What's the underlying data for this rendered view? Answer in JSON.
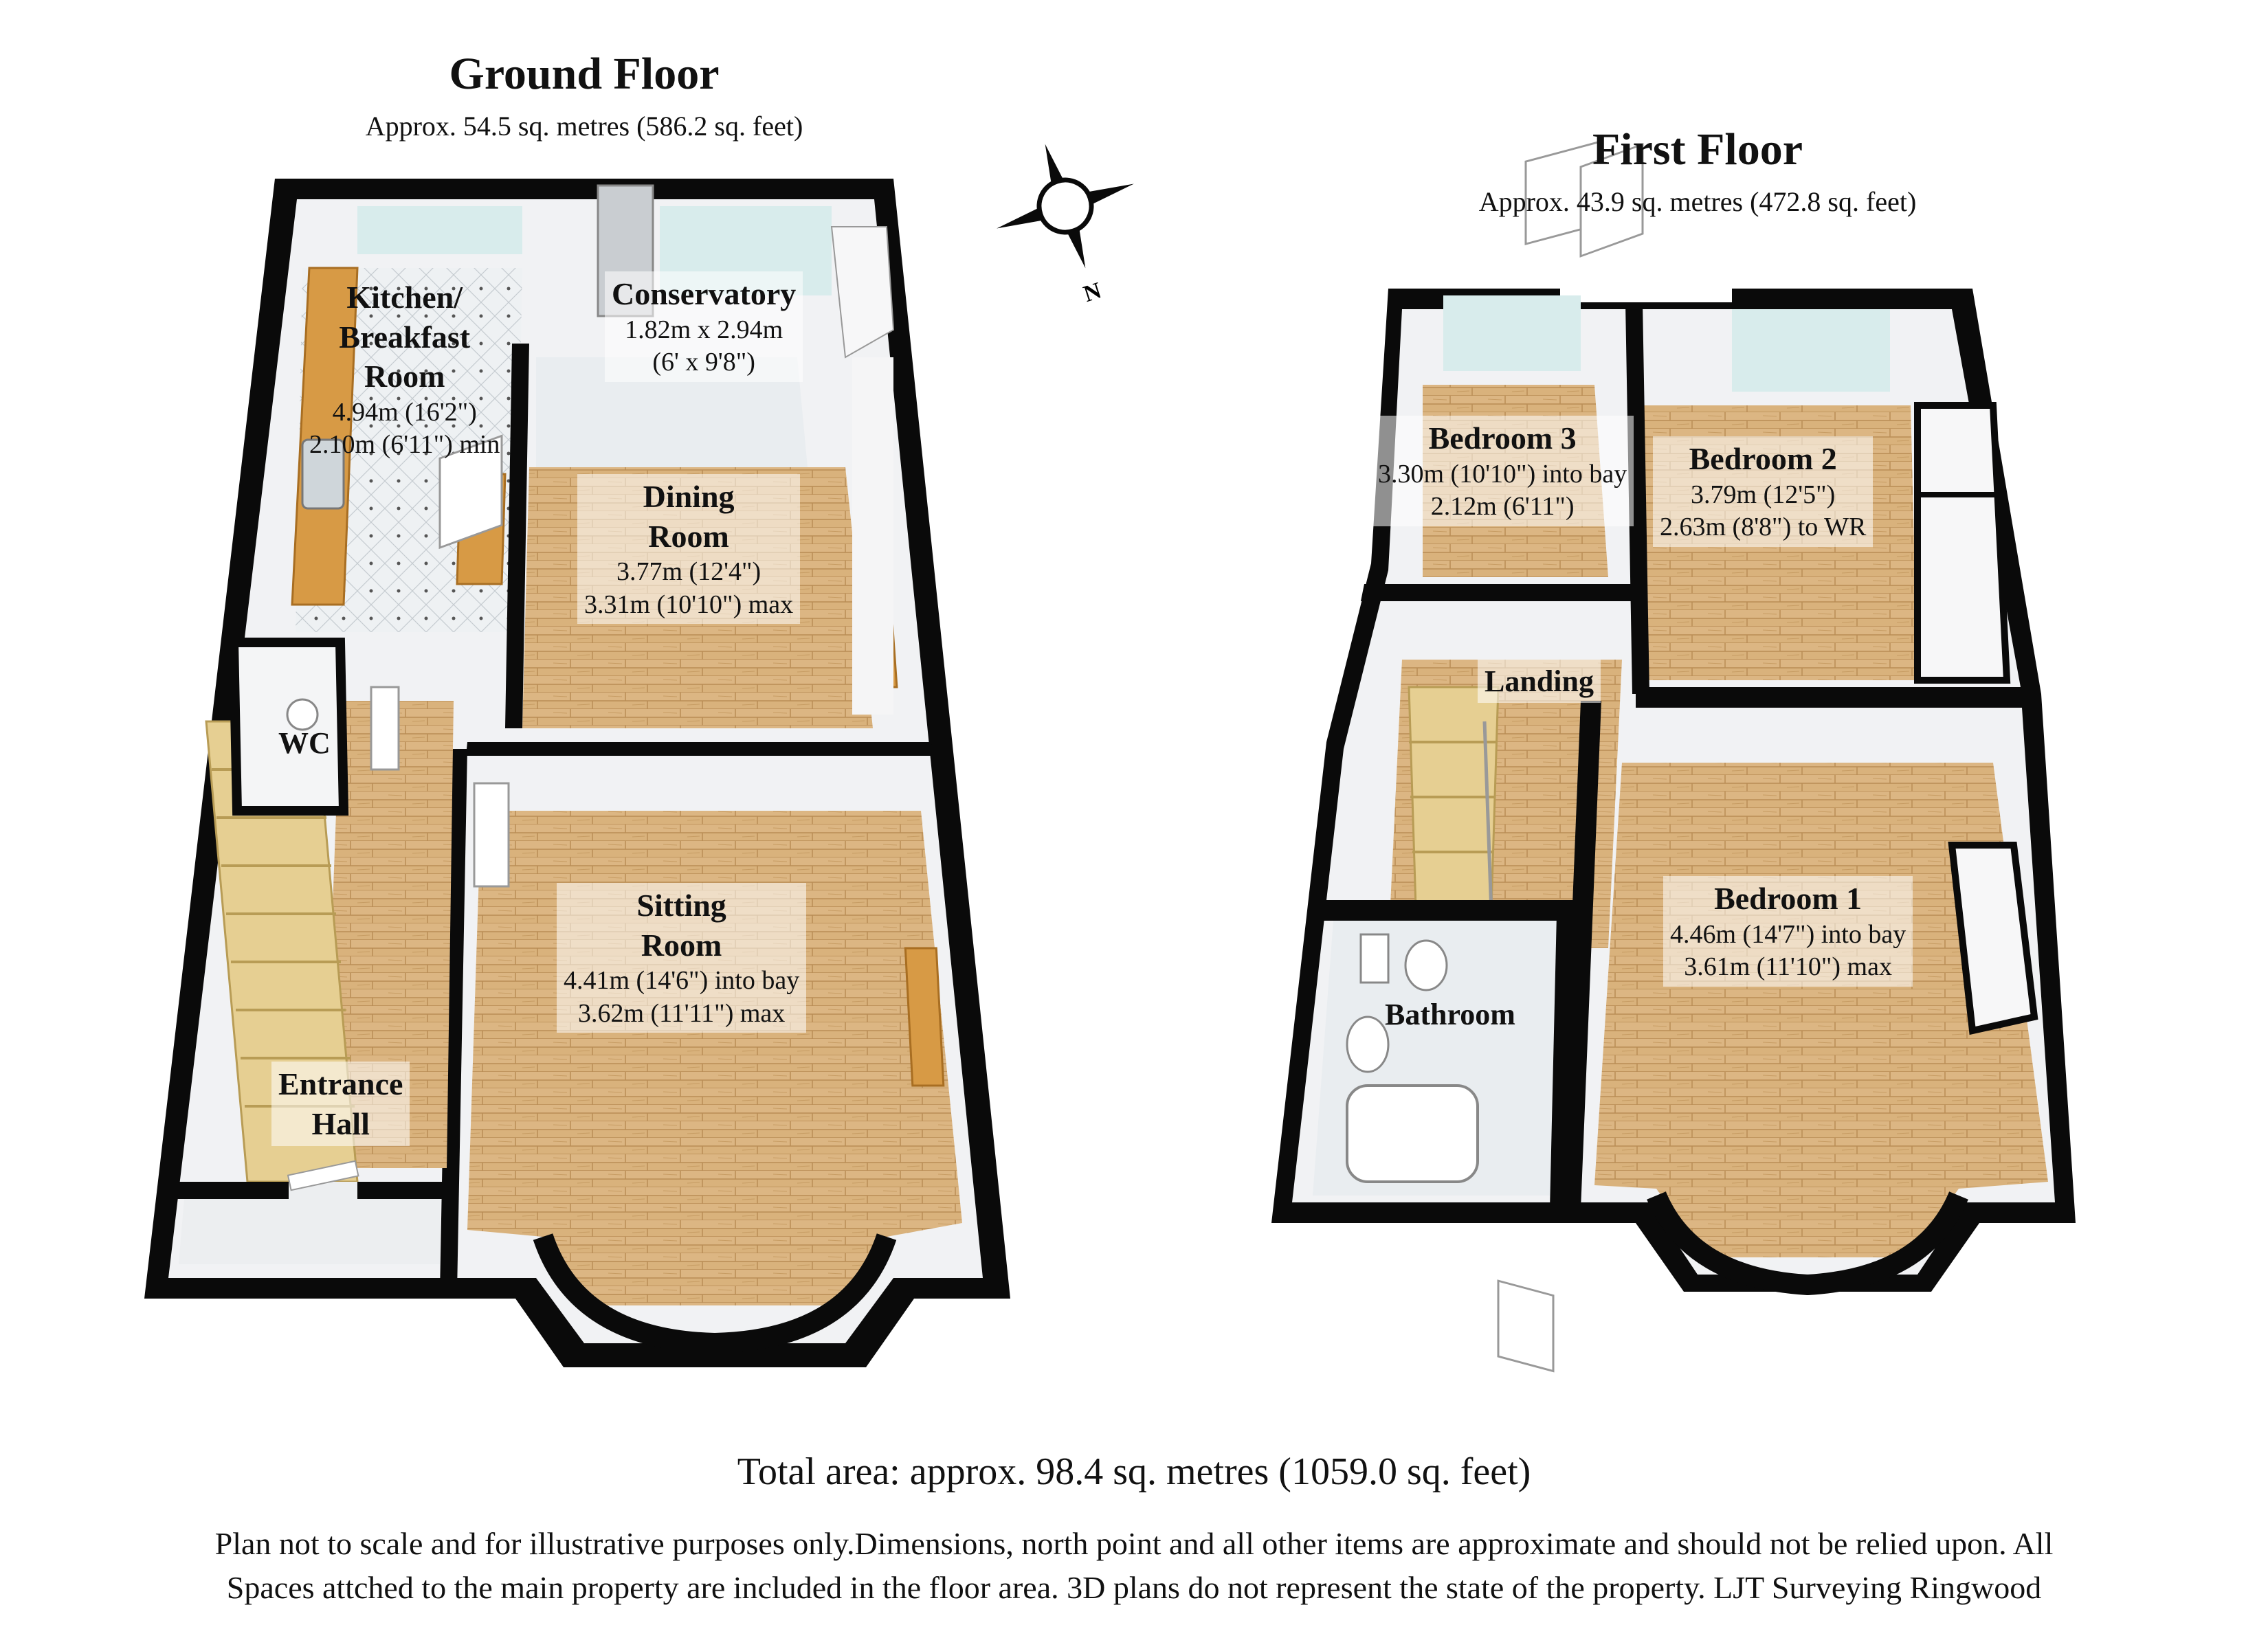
{
  "ground_floor": {
    "title": "Ground Floor",
    "area": "Approx.  54.5 sq. metres (586.2 sq. feet)",
    "rooms": {
      "kitchen": {
        "name_lines": [
          "Kitchen/",
          "Breakfast",
          "Room"
        ],
        "dims": [
          "4.94m (16'2\")",
          "2.10m (6'11\") min"
        ]
      },
      "conservatory": {
        "name": "Conservatory",
        "dims": [
          "1.82m x 2.94m",
          "(6' x 9'8\")"
        ]
      },
      "dining": {
        "name_lines": [
          "Dining",
          "Room"
        ],
        "dims": [
          "3.77m (12'4\")",
          "3.31m (10'10\") max"
        ]
      },
      "wc": {
        "name": "WC"
      },
      "sitting": {
        "name_lines": [
          "Sitting",
          "Room"
        ],
        "dims": [
          "4.41m (14'6\") into bay",
          "3.62m (11'11\") max"
        ]
      },
      "entrance": {
        "name_lines": [
          "Entrance",
          "Hall"
        ]
      }
    }
  },
  "first_floor": {
    "title": "First Floor",
    "area": "Approx.  43.9 sq. metres (472.8 sq. feet)",
    "rooms": {
      "bedroom3": {
        "name": "Bedroom 3",
        "dims": [
          "3.30m (10'10\") into bay",
          "2.12m (6'11\")"
        ]
      },
      "bedroom2": {
        "name": "Bedroom 2",
        "dims": [
          "3.79m (12'5\")",
          "2.63m (8'8\") to WR"
        ]
      },
      "landing": {
        "name": "Landing"
      },
      "bedroom1": {
        "name": "Bedroom 1",
        "dims": [
          "4.46m (14'7\") into bay",
          "3.61m (11'10\") max"
        ]
      },
      "bathroom": {
        "name": "Bathroom"
      }
    }
  },
  "compass": {
    "icon": "compass-north-icon",
    "label": "N"
  },
  "total_area": "Total area: approx.  98.4 sq. metres (1059.0 sq. feet)",
  "disclaimer": [
    "Plan not to scale and for illustrative purposes only.Dimensions, north point and all other items are approximate and should not be relied upon. All",
    "Spaces attched to the main property are included in the floor area. 3D plans do not represent the state of the property. LJT Surveying Ringwood"
  ],
  "colors": {
    "wall": "#0a0a0a",
    "floor_wood": "#d9b27c",
    "wall_face": "#f1f2f4",
    "tile": "#e9edf0",
    "worktop": "#d79a45",
    "stairs": "#e6cf92",
    "glass": "#d8ecec"
  }
}
